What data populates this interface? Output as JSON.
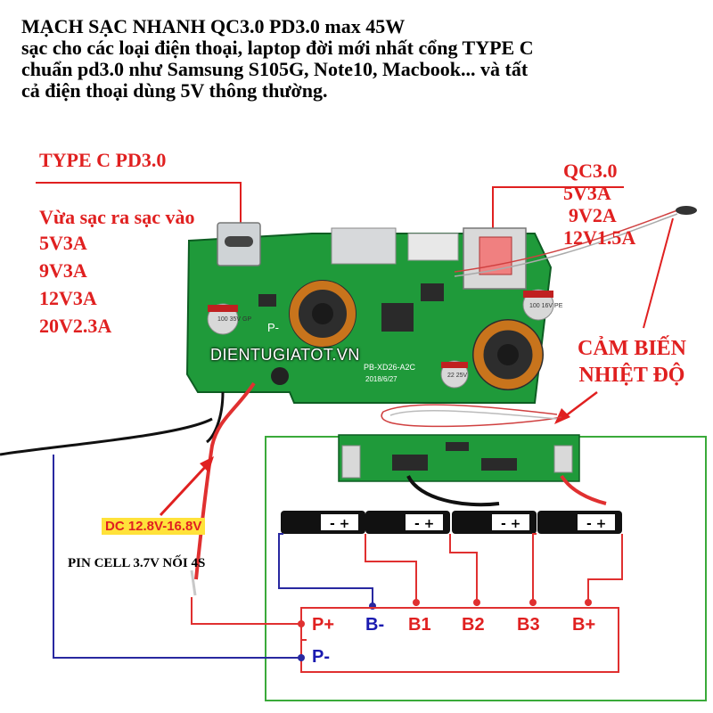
{
  "header": {
    "line1": "MẠCH SẠC NHANH QC3.0 PD3.0 max 45W",
    "line2": "sạc cho các loại điện thoại, laptop đời mới nhất cổng TYPE C",
    "line3": "chuẩn pd3.0 như Samsung S105G, Note10, Macbook... và tất",
    "line4": "cả điện thoại dùng 5V thông thường."
  },
  "typec": {
    "title": "TYPE C PD3.0",
    "subtitle": "Vừa sạc ra sạc vào",
    "modes": [
      "5V3A",
      "9V3A",
      "12V3A",
      "20V2.3A"
    ]
  },
  "qc": {
    "title": "QC3.0",
    "modes": [
      "5V3A",
      "9V2A",
      "12V1.5A"
    ]
  },
  "sensor": {
    "line1": "CẢM BIẾN",
    "line2": "NHIỆT ĐỘ"
  },
  "watermark": "DIENTUGIATOT.VN",
  "board_text": {
    "cap1": "100 35V GP",
    "cap2": "100 16V PE",
    "cap3": "22 25V",
    "p_minus": "P-",
    "model": "PB-XD26-A2C",
    "date": "2018/6/27"
  },
  "dc_label": "DC 12.8V-16.8V",
  "pin_label": "PIN CELL 3.7V NỐI 4S",
  "pads": {
    "p_plus": "P+",
    "b_minus": "B-",
    "b1": "B1",
    "b2": "B2",
    "b3": "B3",
    "b_plus": "B+",
    "p_minus": "P-"
  },
  "colors": {
    "label_red": "#e02020",
    "pcb_green": "#1f9a3a",
    "wire_red": "#e03030",
    "wire_blue": "#2828a0",
    "frame_green": "#3aaa3a",
    "dc_highlight": "#ffe23a",
    "pad_blue": "#1a1ab0"
  }
}
